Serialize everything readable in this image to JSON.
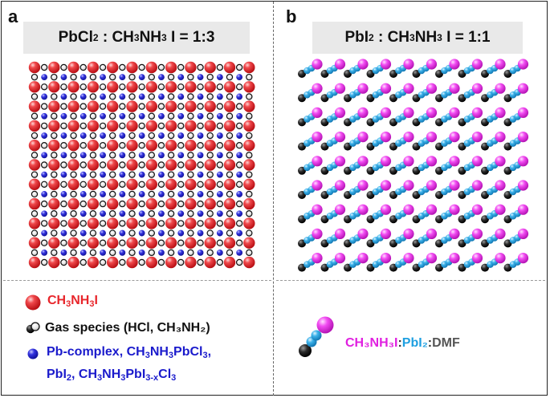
{
  "panel_a": {
    "label": "a",
    "title": {
      "p1": "PbCl",
      "s1": "2",
      "p2": " : CH",
      "s2": "3",
      "p3": "NH",
      "s3": "3",
      "p4": "I = 1:3"
    },
    "legend": {
      "red": {
        "p1": "CH",
        "s1": "3",
        "p2": "NH",
        "s2": "3",
        "p3": "I"
      },
      "gas": "Gas species (HCl, CH₃NH₂)",
      "blue_line1": {
        "p1": "Pb-complex, CH",
        "s1": "3",
        "p2": "NH",
        "s2": "3",
        "p3": "PbCl",
        "s3": "3",
        "p4": ","
      },
      "blue_line2": {
        "p1": "PbI",
        "s1": "2",
        "p2": ", CH",
        "s2": "3",
        "p3": "NH",
        "s3": "3",
        "p4": "PbI",
        "s4": "3-x",
        "p5": "Cl",
        "s5": "3"
      }
    }
  },
  "panel_b": {
    "label": "b",
    "title": {
      "p1": "PbI",
      "s1": "2",
      "p2": " : CH",
      "s2": "3",
      "p3": "NH",
      "s3": "3",
      "p4": "I = 1:1"
    },
    "legend": {
      "ma": "CH₃NH₃I",
      "sep1": ":",
      "pbi": "PbI₂",
      "sep2": ":",
      "dmf": "DMF"
    }
  },
  "colors": {
    "red_sphere": "#e8262b",
    "black_sphere": "#1a1a1a",
    "blue_sphere": "#2a2ad8",
    "pink_sphere": "#f03ef0",
    "cyan_sphere": "#2fa6e0",
    "red_text": "#e8262b",
    "blue_text": "#1a1acc",
    "pink_text": "#e020e0",
    "cyan_text": "#1e9fe0",
    "gray_text": "#555555"
  }
}
